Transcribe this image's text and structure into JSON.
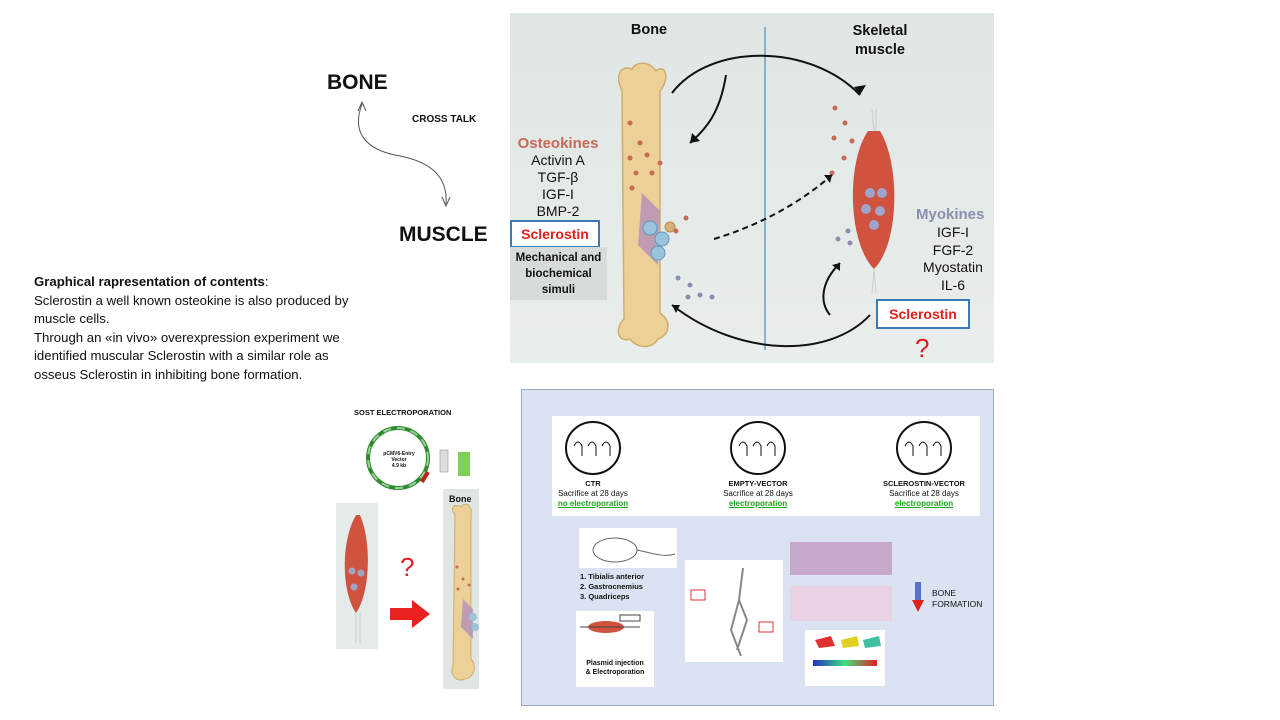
{
  "left_text": {
    "bone": "BONE",
    "cross_talk": "CROSS TALK",
    "muscle": "MUSCLE",
    "description_heading": "Graphical rapresentation of contents",
    "description_colon": ":",
    "description_lines": [
      "Sclerostin a well known  osteokine is also produced  by",
      "muscle cells.",
      "Through an «in vivo» overexpression experiment  we",
      "identified muscular Sclerostin with a similar role as",
      "osseus Sclerostin in inhibiting bone formation."
    ]
  },
  "crosstalk_figure": {
    "bone_label": "Bone",
    "muscle_label_line1": "Skeletal",
    "muscle_label_line2": "muscle",
    "osteokines_title": "Osteokines",
    "osteokines": [
      "Activin A",
      "TGF-β",
      "IGF-I",
      "BMP-2"
    ],
    "sclerostin_left": "Sclerostin",
    "mechanical_lines": [
      "Mechanical and",
      "biochemical",
      "simuli"
    ],
    "myokines_title": "Myokines",
    "myokines": [
      "IGF-I",
      "FGF-2",
      "Myostatin",
      "IL-6"
    ],
    "sclerostin_right": "Sclerostin",
    "question": "?"
  },
  "electroporation": {
    "title": "SOST ELECTROPORATION",
    "vector_line1": "pCMV6-Entry",
    "vector_line2": "Vector",
    "vector_size": "4.9 kb",
    "bone_label": "Bone",
    "question": "?"
  },
  "experiment": {
    "groups": [
      {
        "name": "CTR",
        "line2": "Sacrifice at 28 days",
        "line3": "no electroporation"
      },
      {
        "name": "EMPTY-VECTOR",
        "line2": "Sacrifice at 28 days",
        "line3": "electroporation"
      },
      {
        "name": "SCLEROSTIN-VECTOR",
        "line2": "Sacrifice at 28 days",
        "line3": "electroporation"
      }
    ],
    "muscles": [
      "1.   Tibialis anterior",
      "2.   Gastrocnemius",
      "3.   Quadriceps"
    ],
    "plasmid_line1": "Plasmid injection",
    "plasmid_line2": "& Electroporation",
    "bone_formation_line1": "BONE",
    "bone_formation_line2": "FORMATION"
  },
  "colors": {
    "osteokine_red": "#c86a55",
    "myokine_blue": "#8a8fb2",
    "sclerostin_red": "#e02020",
    "box_blue": "#3a7bb6",
    "electroporation_green": "#1aa51a"
  }
}
